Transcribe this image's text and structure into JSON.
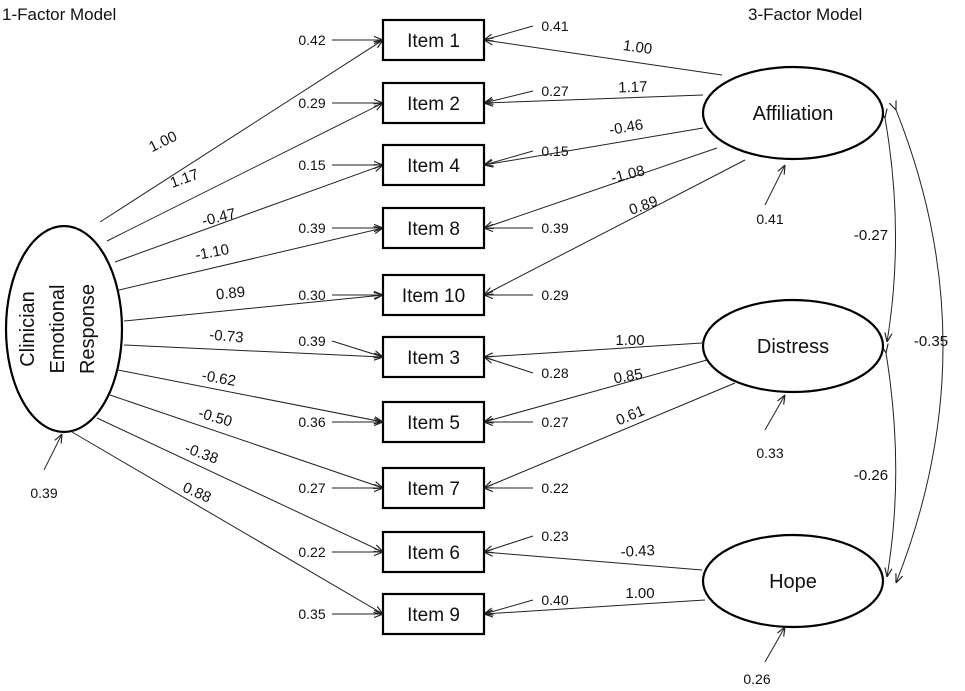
{
  "titles": {
    "left": "1-Factor Model",
    "right": "3-Factor Model"
  },
  "items": [
    "Item 1",
    "Item 2",
    "Item 4",
    "Item 8",
    "Item 10",
    "Item 3",
    "Item 5",
    "Item 7",
    "Item 6",
    "Item 9"
  ],
  "one_factor": {
    "label_lines": [
      "Clinician",
      "Emotional",
      "Response"
    ],
    "error": "0.39",
    "loadings": [
      "1.00",
      "1.17",
      "-0.47",
      "-1.10",
      "0.89",
      "-0.73",
      "-0.62",
      "-0.50",
      "-0.38",
      "0.88"
    ],
    "item_errors": [
      "0.42",
      "0.29",
      "0.15",
      "0.39",
      "0.30",
      "0.39",
      "0.36",
      "0.27",
      "0.22",
      "0.35"
    ]
  },
  "three_factor": {
    "factors": [
      {
        "name": "Affiliation",
        "error": "0.41"
      },
      {
        "name": "Distress",
        "error": "0.33"
      },
      {
        "name": "Hope",
        "error": "0.26"
      }
    ],
    "loadings": [
      "1.00",
      "1.17",
      "-0.46",
      "-1.08",
      "0.89",
      "1.00",
      "0.85",
      "0.61",
      "-0.43",
      "1.00"
    ],
    "item_errors": [
      "0.41",
      "0.27",
      "0.15",
      "0.39",
      "0.29",
      "0.28",
      "0.27",
      "0.22",
      "0.23",
      "0.40"
    ],
    "correlations": {
      "affiliation_distress": "-0.27",
      "affiliation_hope": "-0.35",
      "distress_hope": "-0.26"
    }
  }
}
